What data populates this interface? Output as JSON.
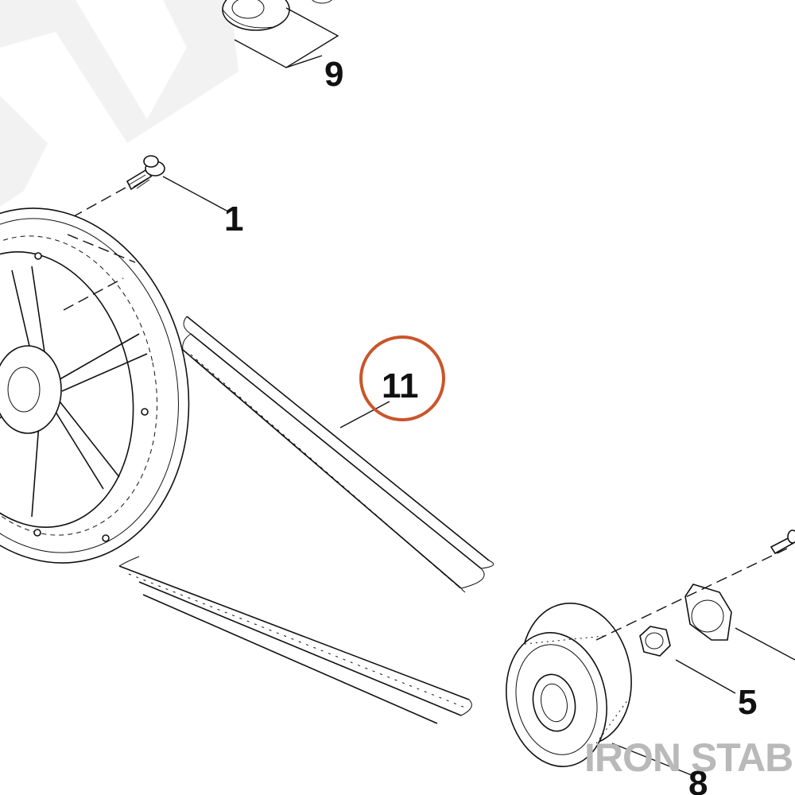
{
  "callouts": {
    "c1": "1",
    "c5": "5",
    "c8": "8",
    "c9": "9",
    "c11": "11"
  },
  "highlight_color": "#c9562a",
  "watermark": "IRON STABLE"
}
